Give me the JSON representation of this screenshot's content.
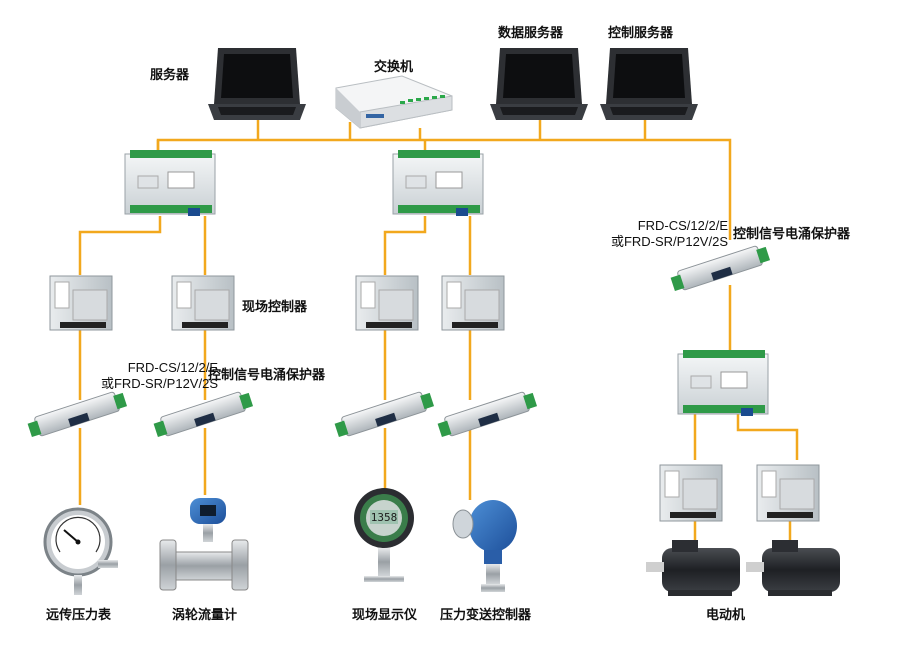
{
  "devices": {
    "server": "服务器",
    "switch": "交换机",
    "data_server": "数据服务器",
    "control_server": "控制服务器",
    "field_controller": "现场控制器",
    "surge_protector": "控制信号电涌保护器",
    "model_a": "FRD-CS/12/2/E",
    "model_b": "或FRD-SR/P12V/2S",
    "pressure_gauge": "远传压力表",
    "turbine_flowmeter": "涡轮流量计",
    "field_display": "现场显示仪",
    "pressure_transmitter": "压力变送控制器",
    "motor": "电动机",
    "display_reading": "1358"
  },
  "colors": {
    "cable": "#f2a81d",
    "plc_green": "#2f9a48",
    "screen": "#1c1c1c"
  }
}
